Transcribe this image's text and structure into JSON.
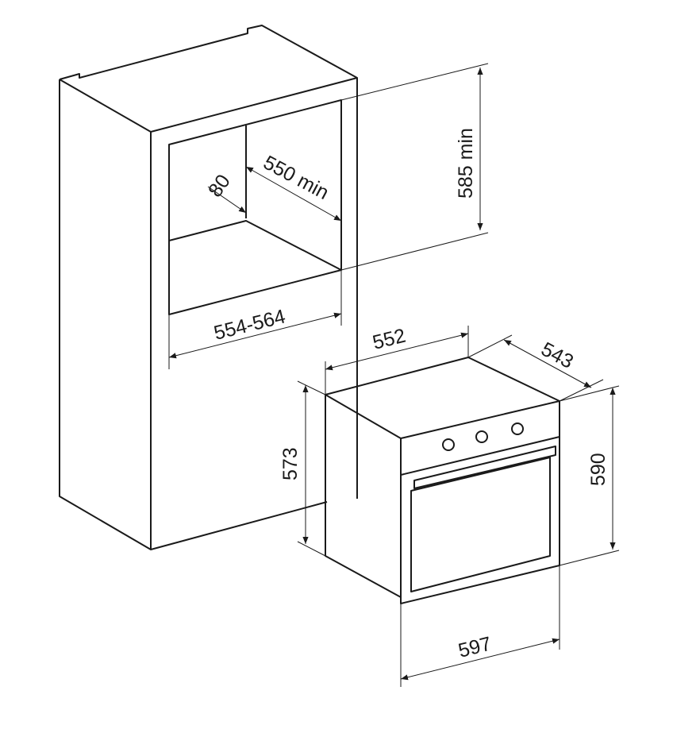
{
  "dimensions": {
    "niche_depth": "550 min",
    "niche_gap": "80",
    "niche_height": "585 min",
    "niche_width": "554-564",
    "oven_body_width": "552",
    "oven_depth": "543",
    "oven_body_height": "573",
    "oven_front_height": "590",
    "oven_front_width": "597"
  },
  "colors": {
    "line": "#1a1a1a",
    "background": "#ffffff"
  }
}
